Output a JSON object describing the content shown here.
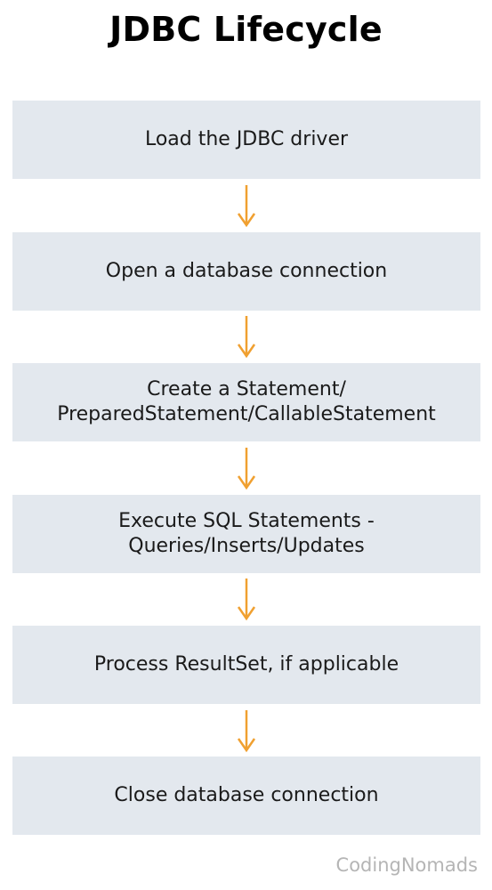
{
  "title": "JDBC Lifecycle",
  "steps": [
    {
      "lines": [
        "Load the JDBC driver"
      ]
    },
    {
      "lines": [
        "Open a database connection"
      ]
    },
    {
      "lines": [
        "Create a Statement/",
        "PreparedStatement/CallableStatement"
      ]
    },
    {
      "lines": [
        "Execute SQL Statements -",
        "Queries/Inserts/Updates"
      ]
    },
    {
      "lines": [
        "Process ResultSet, if applicable"
      ]
    },
    {
      "lines": [
        "Close database connection"
      ]
    }
  ],
  "watermark": "CodingNomads",
  "colors": {
    "box_fill": "#e3e8ee",
    "arrow": "#f0a030",
    "watermark": "#b5b5b5"
  },
  "arrow_icon": "arrow-down-icon"
}
